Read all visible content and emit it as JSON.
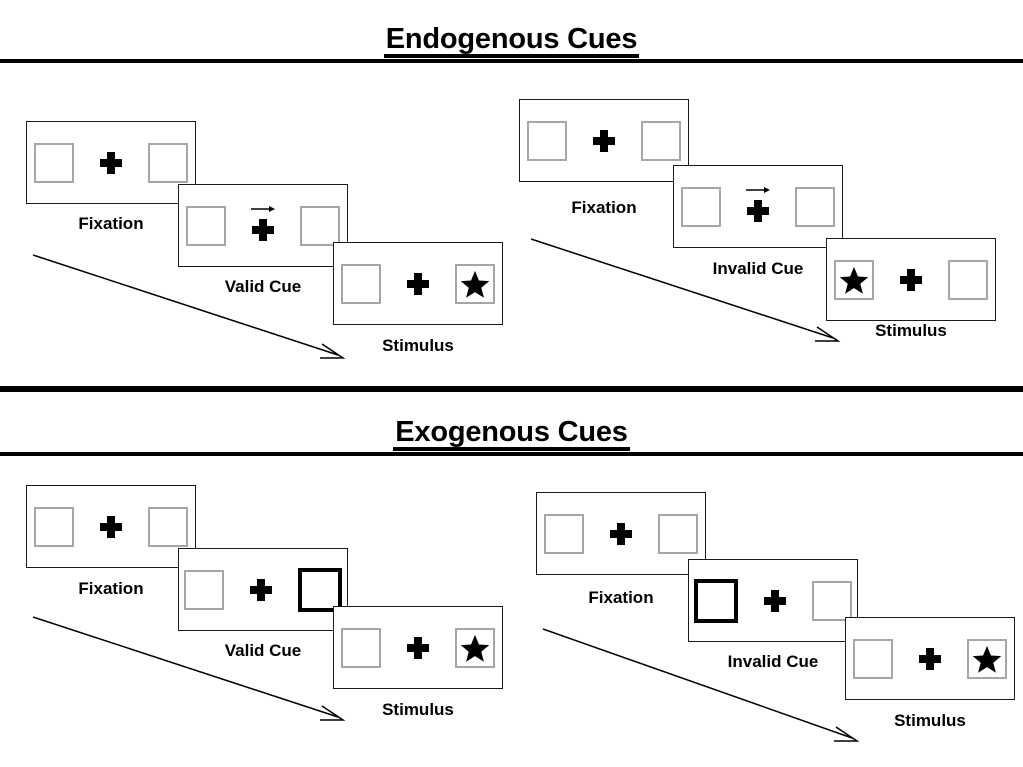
{
  "sections": [
    {
      "id": "endogenous",
      "title": "Endogenous Cues",
      "sequences": [
        {
          "id": "endogenous-valid",
          "steps": [
            {
              "caption": "Fixation",
              "cue": "none",
              "arrow": false,
              "star": "none"
            },
            {
              "caption": "Valid Cue",
              "cue": "none",
              "arrow": true,
              "star": "none"
            },
            {
              "caption": "Stimulus",
              "cue": "none",
              "arrow": false,
              "star": "right"
            }
          ]
        },
        {
          "id": "endogenous-invalid",
          "steps": [
            {
              "caption": "Fixation",
              "cue": "none",
              "arrow": false,
              "star": "none"
            },
            {
              "caption": "Invalid Cue",
              "cue": "none",
              "arrow": true,
              "star": "none"
            },
            {
              "caption": "Stimulus",
              "cue": "none",
              "arrow": false,
              "star": "left"
            }
          ]
        }
      ]
    },
    {
      "id": "exogenous",
      "title": "Exogenous Cues",
      "sequences": [
        {
          "id": "exogenous-valid",
          "steps": [
            {
              "caption": "Fixation",
              "cue": "none",
              "arrow": false,
              "star": "none"
            },
            {
              "caption": "Valid Cue",
              "cue": "right",
              "arrow": false,
              "star": "none"
            },
            {
              "caption": "Stimulus",
              "cue": "none",
              "arrow": false,
              "star": "right"
            }
          ]
        },
        {
          "id": "exogenous-invalid",
          "steps": [
            {
              "caption": "Fixation",
              "cue": "none",
              "arrow": false,
              "star": "none"
            },
            {
              "caption": "Invalid Cue",
              "cue": "left",
              "arrow": false,
              "star": "none"
            },
            {
              "caption": "Stimulus",
              "cue": "none",
              "arrow": false,
              "star": "right"
            }
          ]
        }
      ]
    }
  ],
  "labels": {
    "title_endogenous": "Endogenous Cues",
    "title_exogenous": "Exogenous Cues",
    "fixation": "Fixation",
    "valid_cue": "Valid Cue",
    "invalid_cue": "Invalid Cue",
    "stimulus": "Stimulus"
  },
  "colors": {
    "background": "#ffffff",
    "panel_border": "#1a1a1a",
    "slot_border": "#a6a6a6",
    "cued_slot_border": "#000000",
    "ink": "#000000",
    "divider": "#000000"
  }
}
